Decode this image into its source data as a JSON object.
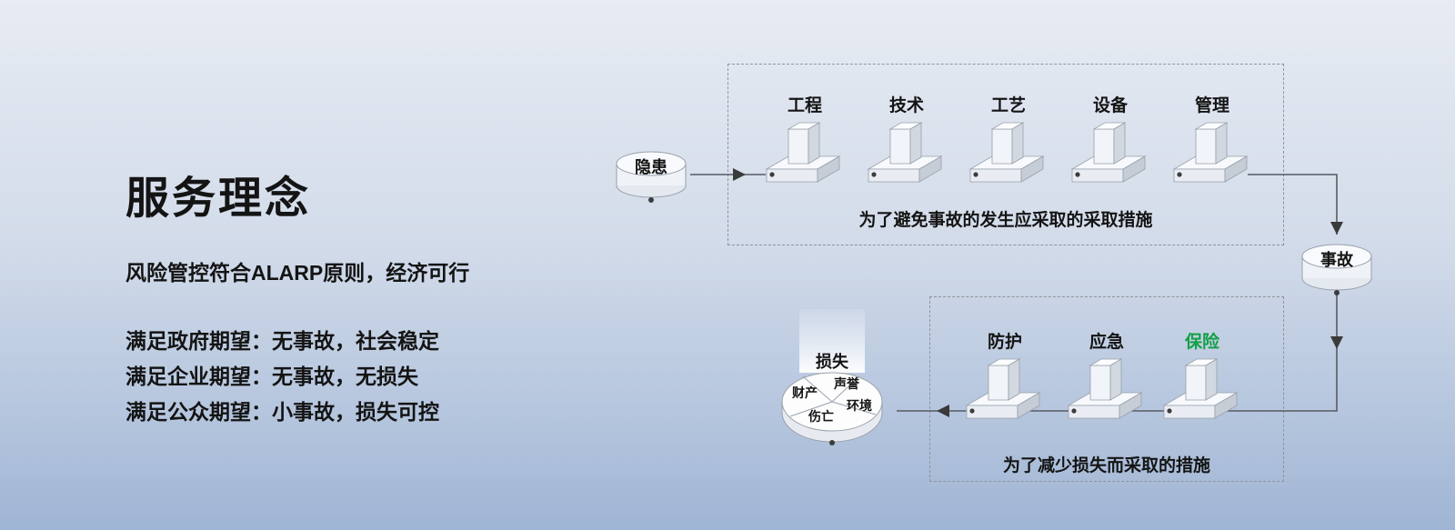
{
  "left_panel": {
    "title": "服务理念",
    "subtitle": "风险管控符合ALARP原则，经济可行",
    "expectations": [
      "满足政府期望：无事故，社会稳定",
      "满足企业期望：无事故，无损失",
      "满足公众期望：小事故，损失可控"
    ]
  },
  "diagram": {
    "hazard_label": "隐患",
    "accident_label": "事故",
    "prevention": {
      "caption": "为了避免事故的发生应采取的采取措施",
      "barriers": [
        "工程",
        "技术",
        "工艺",
        "设备",
        "管理"
      ]
    },
    "mitigation": {
      "caption": "为了减少损失而采取的措施",
      "barriers": [
        "防护",
        "应急",
        "保险"
      ],
      "insurance_label_color": "#12A045"
    },
    "loss": {
      "label": "损失",
      "segments": [
        "财产",
        "声誉",
        "伤亡",
        "环境"
      ]
    }
  }
}
